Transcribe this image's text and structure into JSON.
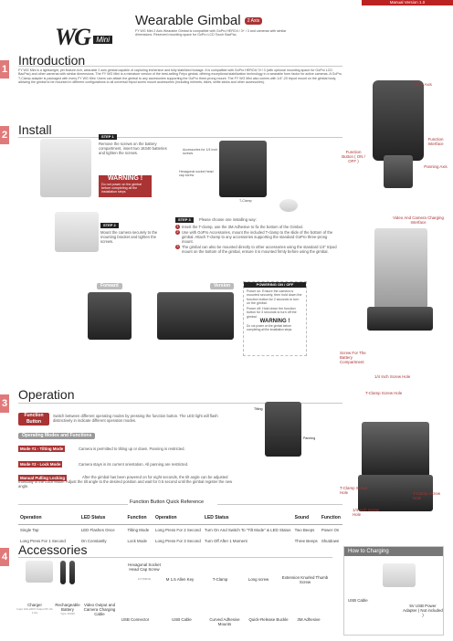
{
  "header": {
    "manual_version": "Manual Version 1.0",
    "logo_main": "WG",
    "logo_sub": "Mini",
    "title": "Wearable Gimbal",
    "title_badge": "2 Axis",
    "intro": "FY WG Mini 2 Axis Wearable Gimbal is compatible with GoPro HERO4 / 3+ / 3 and cameras with similar dimensions. Reserved mounting space for GoPro LCD Touch BacPac."
  },
  "intro": {
    "number": "1",
    "heading": "Introduction",
    "body": "FY WG Mini is a lightweight, yet feature-rich, wearable 2 axis gimbal capable of capturing immersive and fully stabilized footage. It is compatible with GoPro HERO4/ 3+/ 3 (with optional mounting space for GoPro LCD BacPac) and other cameras with similar dimensions. The FY WG Mini is a miniature version of the best-selling Feiyu gimbal, offering exceptional stabilization technology in a wearable form factor for active cameras. A GoPro T-Clamp adapter is packaged with every FY WG Mini. Users can attach the gimbal to any accessories supporting the GoPro three-prong mount. The FY WG Mini also comes with 1/4\"-20 tripod mount on the gimbal body, allowing the gimbal to be mounted in different configurations to all universal tripod screw mount accessories (including helmets, bikes, selfie sticks and other accessories)."
  },
  "install": {
    "number": "2",
    "heading": "Install",
    "step1_label": "STEP 1",
    "step1": "Remove the screws on the battery compartment, insert two 16340 batteries and tighten the screws.",
    "warning_title": "WARNING !",
    "warning_text": "Do not power on the gimbal before completing all the installation steps",
    "step2_label": "STEP 2",
    "step2": "Mount the camera securely to the mounting bracket and tighten the screws.",
    "accessories_for": "Accessories for 1/4 inch screws",
    "hex_socket": "Hexagonal socket head cap screw",
    "t_clamp": "T-Clamp",
    "step3_label": "STEP 3",
    "step3_title": "Please choose one installing way:",
    "step3_items": [
      "Insert the T-clamp, use the 3M Adhesive to fix the bottom of the Gimbal.",
      "Use with GoPro Accessories, mount the included T-clamp to the slide of the bottom of the gimbal. Attach T-clamp to any accessories supporting the standard GoPro three-prong mount.",
      "The gimbal can also be mounted directly to other accessories using the standard 1/4\" tripod mount on the bottom of the gimbal, ensure it is mounted firmly before using the gimbal."
    ],
    "forward": "Forward",
    "version": "Version",
    "power_title": "POWERING ON / OFF",
    "power_on": "Power on: Ensure the camera is mounted securely, then hold down the function button for 2 seconds to turn on the gimbal.",
    "power_off": "Power off: Hold down the function button for 3 seconds to turn off the gimbal.",
    "warning2_title": "WARNING !",
    "warning2_text": "Do not power on the gimbal before completing all the installation steps."
  },
  "right_callouts": {
    "tilting_axis": "Tilting Axis",
    "function_button": "Function Button ( ON / OFF )",
    "function_interface": "Function Interface",
    "panning_axis": "Panning Axis",
    "video_charging": "Video And Camera Charging Interface",
    "screw_battery": "Screw For The Battery Compartment",
    "screw_hole": "1/4 Inch Screw Hole",
    "t_clamp_hole": "T-Clamp Screw Hole",
    "t_clamp_hole2": "T-Clamp Screw Hole",
    "t_clamp2": "T-Clamp Screw Hole",
    "screw_hole2": "1/4 Inch Screw Hole"
  },
  "operation": {
    "number": "3",
    "heading": "Operation",
    "function_button_label": "Function Button",
    "function_text": "Switch between different operating modes by pressing the function button. The LED light will flash distinctively in indicate different operation modes.",
    "modes_heading": "Operating Modes and Functions",
    "mode1_label": "Mode #1 - Tilting Mode",
    "mode1_text": "Camera is permitted to tilting up or down. Panning is restricted.",
    "mode2_label": "Mode #2 - Lock Mode",
    "mode2_text": "Camera stays in its current orientation. All panning are restricted.",
    "manual_label": "Manual Pulling Locking",
    "manual_text": "After the gimbal has been powered on for eight seconds, the tilt angle can be adjusted manually in the Lock Mode. Adjust the tilt angle to the desired position and wait for 0.5 second until the gimbal register the new angle.",
    "tilting": "Tilting",
    "panning": "Panning",
    "qr_title": "Function Button Quick Reference",
    "qr_headers": [
      "Operation",
      "LED Status",
      "Function",
      "Operation",
      "LED Status",
      "Sound",
      "Function"
    ],
    "qr_rows": [
      [
        "Single Tap",
        "LED Flashes Once",
        "Tilting Mode",
        "Long Press For 2 Second",
        "Turn On And Switch To \"Tilt Mode\" & LED Status",
        "Two Beeps",
        "Power On"
      ],
      [
        "Long Press For 1 Second",
        "On Constantly",
        "Lock Mode",
        "Long Press For 3 Second",
        "Turn Off After 1 Moment",
        "Three Beeps",
        "Shutdown"
      ]
    ]
  },
  "accessories": {
    "number": "4",
    "heading": "Accessories",
    "items": [
      {
        "name": "Charger",
        "sub": "Input 100-240V Output 5V 2A 1.0A"
      },
      {
        "name": "Rechargeable Battery",
        "sub": "Type 16340"
      },
      {
        "name": "Video Output and Camera Charging Cable",
        "sub": ""
      },
      {
        "name": "Hexagonal Socket Head Cap Screw",
        "sub": "1/4\"(M6x6)"
      },
      {
        "name": "M 1.5 Allen Key",
        "sub": ""
      },
      {
        "name": "T-Clamp",
        "sub": ""
      },
      {
        "name": "Long screw",
        "sub": ""
      },
      {
        "name": "Extension Knurled Thumb Screw",
        "sub": ""
      },
      {
        "name": "USB Connector",
        "sub": ""
      },
      {
        "name": "USB Cable",
        "sub": ""
      },
      {
        "name": "Curved Adhesive Mounts",
        "sub": ""
      },
      {
        "name": "Quick-Release Buckle",
        "sub": ""
      },
      {
        "name": "3M Adhesive",
        "sub": ""
      }
    ],
    "charging_title": "How to Charging",
    "usb_cable": "USB Cable",
    "power_adapter": "5V USB Power Adapter ( Not included )"
  }
}
